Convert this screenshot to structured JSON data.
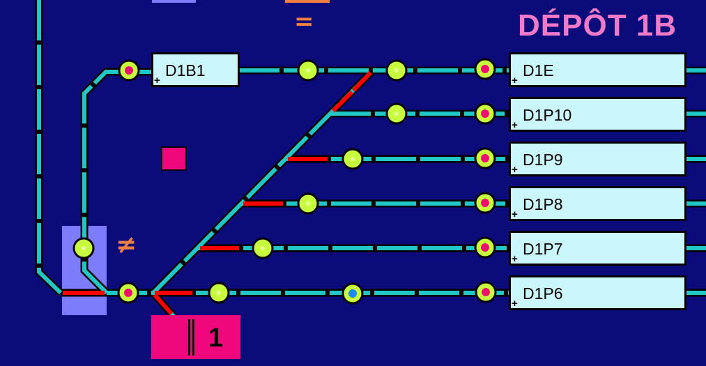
{
  "depot_title": "DÉPÔT 1B",
  "equal_symbol": "=",
  "not_equal_symbol": "≠",
  "route_box": {
    "number": "1"
  },
  "track_labels": [
    {
      "id": "d1b1",
      "text": "D1B1",
      "plus": "+"
    },
    {
      "id": "d1e",
      "text": "D1E",
      "plus": "+"
    },
    {
      "id": "d1p10",
      "text": "D1P10",
      "plus": "+"
    },
    {
      "id": "d1p9",
      "text": "D1P9",
      "plus": "+"
    },
    {
      "id": "d1p8",
      "text": "D1P8",
      "plus": "+"
    },
    {
      "id": "d1p7",
      "text": "D1P7",
      "plus": "+"
    },
    {
      "id": "d1p6",
      "text": "D1P6",
      "plus": "+"
    }
  ],
  "colors": {
    "background": "#0b0b7a",
    "track": "#21c7c7",
    "switch_active": "#ff0000",
    "signal_ring": "#c8ff3c",
    "signal_red_dot": "#ef0f6e",
    "signal_blue_dot": "#1a8cff",
    "label_bg": "#c9f7fb",
    "title": "#f07ac8",
    "symbol": "#f08040",
    "route_box": "#ef087c",
    "panel_highlight": "#7d7dfc"
  }
}
